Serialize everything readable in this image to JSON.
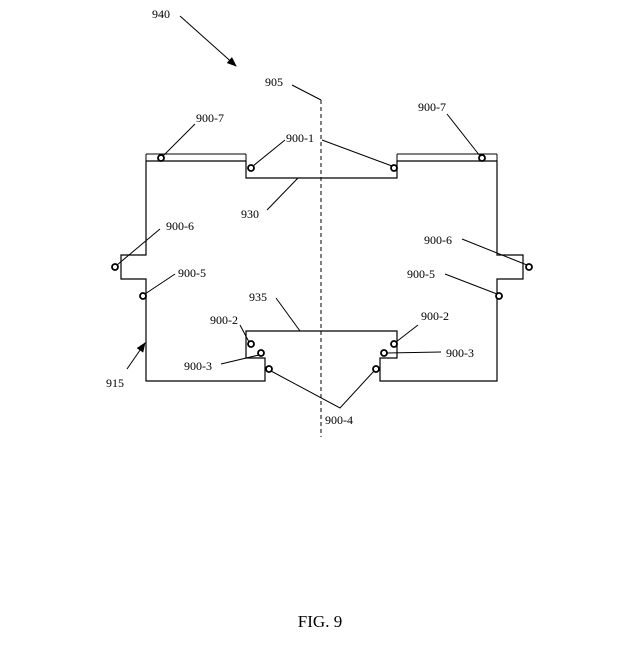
{
  "figure": {
    "caption": "FIG. 9",
    "labels": {
      "ref_940": "940",
      "ref_905": "905",
      "ref_930": "930",
      "ref_935": "935",
      "ref_915": "915",
      "ref_900_1": "900-1",
      "ref_900_2": "900-2",
      "ref_900_3": "900-3",
      "ref_900_4": "900-4",
      "ref_900_5": "900-5",
      "ref_900_6": "900-6",
      "ref_900_7": "900-7"
    }
  }
}
